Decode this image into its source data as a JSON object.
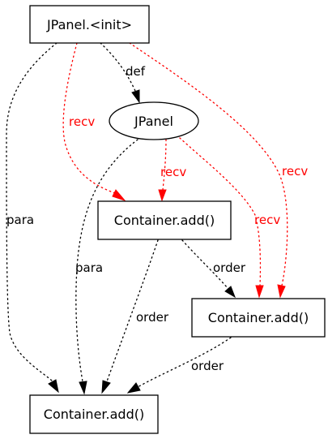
{
  "nodes": {
    "init": {
      "label": "JPanel.<init>"
    },
    "jpanel": {
      "label": "JPanel"
    },
    "add1": {
      "label": "Container.add()"
    },
    "add2": {
      "label": "Container.add()"
    },
    "add3": {
      "label": "Container.add()"
    }
  },
  "edges": {
    "init_jpanel": {
      "label": "def"
    },
    "init_add1": {
      "label": "recv"
    },
    "init_add2": {
      "label": "recv"
    },
    "init_add3": {
      "label": "para"
    },
    "jpanel_add1": {
      "label": "recv"
    },
    "jpanel_add2": {
      "label": "recv"
    },
    "jpanel_add3": {
      "label": "para"
    },
    "add1_add2": {
      "label": "order"
    },
    "add1_add3": {
      "label": "order"
    },
    "add2_add3": {
      "label": "order"
    }
  },
  "colors": {
    "default_edge": "#000000",
    "recv_edge": "#ff0000"
  }
}
